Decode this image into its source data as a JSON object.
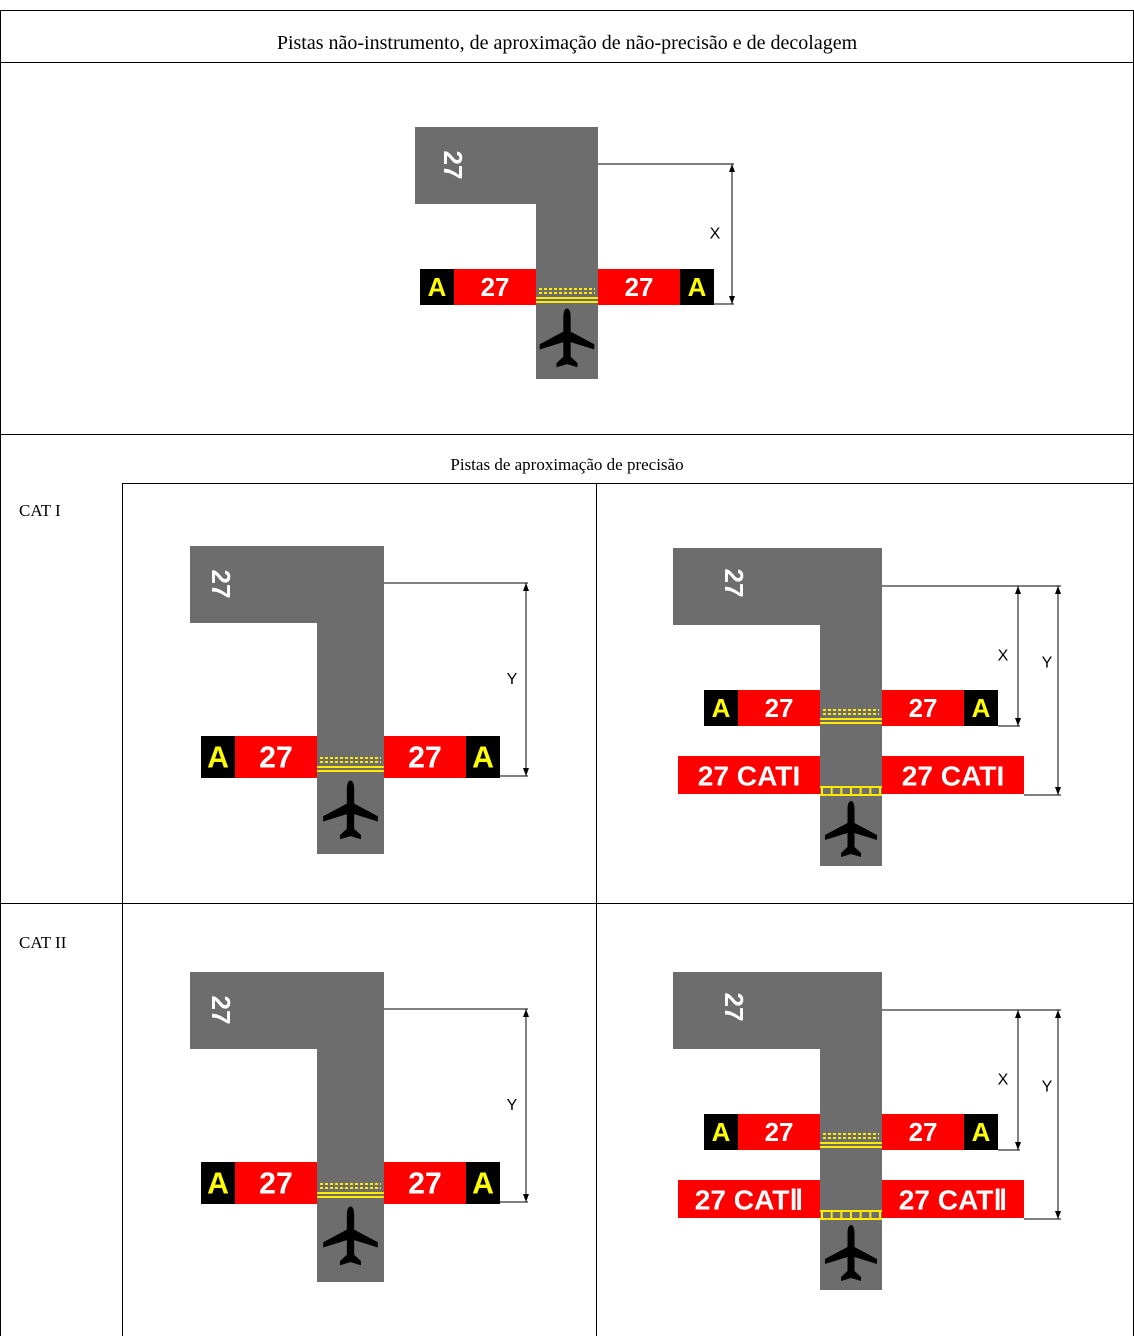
{
  "table": {
    "header_nonprecision": "Pistas não-instrumento, de aproximação de não-precisão e de decolagem",
    "header_precision": "Pistas de aproximação de precisão",
    "row_cat1_label": "CAT I",
    "row_cat2_label": "CAT II"
  },
  "signs": {
    "holding_letter": "A",
    "runway_number": "27",
    "runway_marking": "27",
    "cat1_sign": "27 CATI",
    "cat2_sign": "27 CATⅡ"
  },
  "dims": {
    "x": "X",
    "y": "Y"
  },
  "colors": {
    "pavement": "#6d6d6d",
    "sign_red": "#ff0000",
    "sign_black": "#000000",
    "sign_yellow": "#ffff00",
    "marking_yellow": "#ffea00",
    "marking_white": "#ffffff"
  }
}
